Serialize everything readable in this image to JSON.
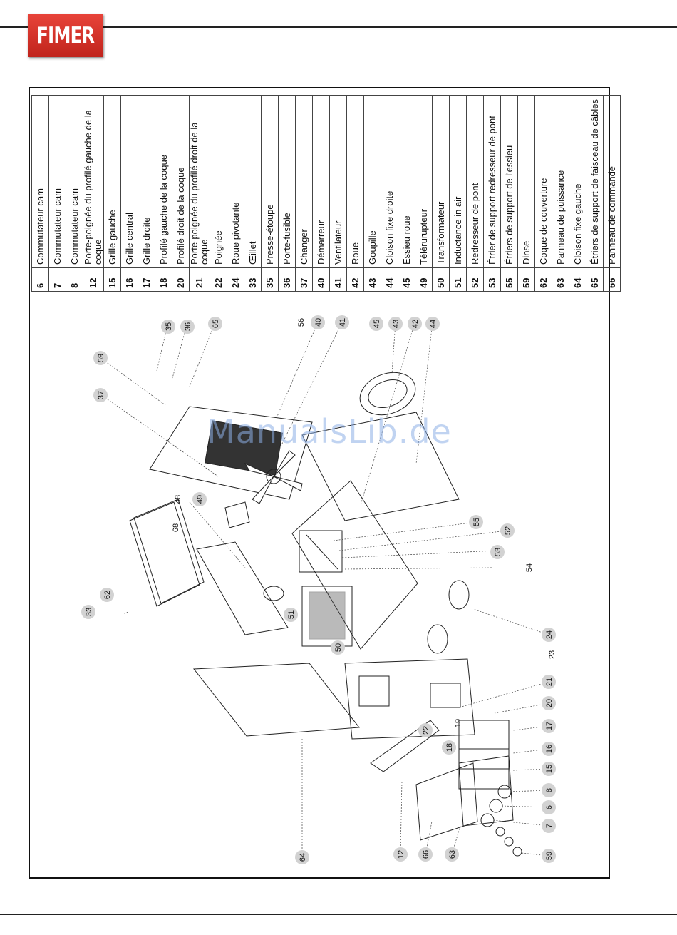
{
  "brand": {
    "logo_text": "FIMER"
  },
  "legend": [
    {
      "num": "6",
      "text": "Commutateur cam"
    },
    {
      "num": "7",
      "text": "Commutateur cam"
    },
    {
      "num": "8",
      "text": "Commutateur cam"
    },
    {
      "num": "12",
      "text": "Porte-poignée du profilé gauche de la coque"
    },
    {
      "num": "15",
      "text": "Grille gauche"
    },
    {
      "num": "16",
      "text": "Grille central"
    },
    {
      "num": "17",
      "text": "Grille droite"
    },
    {
      "num": "18",
      "text": "Profilé gauche de la coque"
    },
    {
      "num": "20",
      "text": "Profilé droit de la coque"
    },
    {
      "num": "21",
      "text": "Porte-poignée du profilé droit de la coque"
    },
    {
      "num": "22",
      "text": "Poignée"
    },
    {
      "num": "24",
      "text": "Roue pivotante"
    },
    {
      "num": "33",
      "text": "Œillet"
    },
    {
      "num": "35",
      "text": "Presse-étoupe"
    },
    {
      "num": "36",
      "text": "Porte-fusible"
    },
    {
      "num": "37",
      "text": "Changer"
    },
    {
      "num": "40",
      "text": "Démarreur"
    },
    {
      "num": "41",
      "text": "Ventilateur"
    },
    {
      "num": "42",
      "text": "Roue"
    },
    {
      "num": "43",
      "text": "Goupille"
    },
    {
      "num": "44",
      "text": "Cloison fixe droite"
    },
    {
      "num": "45",
      "text": "Essieu roue"
    },
    {
      "num": "49",
      "text": "Télérurupteur"
    },
    {
      "num": "50",
      "text": "Transformateur"
    },
    {
      "num": "51",
      "text": "Inductance in air"
    },
    {
      "num": "52",
      "text": "Redresseur de pont"
    },
    {
      "num": "53",
      "text": "Étrier de support redresseur de pont"
    },
    {
      "num": "55",
      "text": "Étriers de support de l'essieu"
    },
    {
      "num": "59",
      "text": "Dinse"
    },
    {
      "num": "62",
      "text": "Coque de couverture"
    },
    {
      "num": "63",
      "text": "Panneau de puissance"
    },
    {
      "num": "64",
      "text": "Cloison fixe gauche"
    },
    {
      "num": "65",
      "text": "Étriers de support de faisceau de câbles"
    },
    {
      "num": "66",
      "text": "Panneau de commande"
    }
  ],
  "callouts_circled": [
    "35",
    "36",
    "65",
    "59",
    "37",
    "40",
    "41",
    "45",
    "43",
    "42",
    "44",
    "49",
    "55",
    "52",
    "53",
    "33",
    "62",
    "51",
    "50",
    "24",
    "21",
    "20",
    "17",
    "22",
    "18",
    "16",
    "15",
    "8",
    "6",
    "7",
    "59",
    "12",
    "66",
    "63",
    "64"
  ],
  "callouts_plain": [
    "56",
    "48",
    "68",
    "54",
    "23",
    "19"
  ],
  "watermark": "ManualsLib.de"
}
